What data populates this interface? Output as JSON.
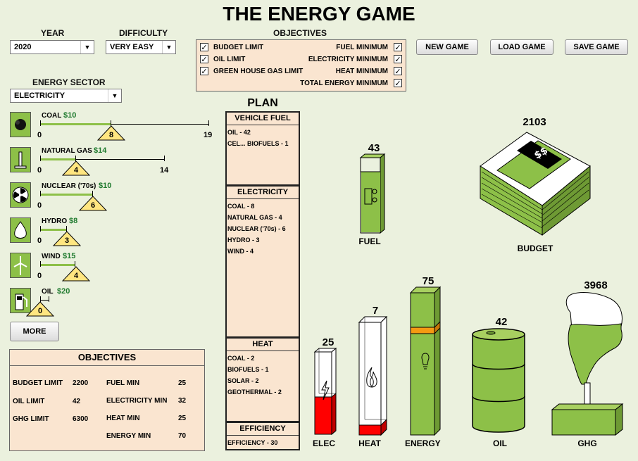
{
  "title": "THE ENERGY GAME",
  "year": {
    "label": "YEAR",
    "value": "2020"
  },
  "difficulty": {
    "label": "DIFFICULTY",
    "value": "VERY EASY"
  },
  "objectives_panel": {
    "title": "OBJECTIVES",
    "items": [
      {
        "label": "BUDGET LIMIT",
        "checked": true
      },
      {
        "label": "OIL LIMIT",
        "checked": true
      },
      {
        "label": "GREEN HOUSE GAS LIMIT",
        "checked": true
      },
      {
        "label": "FUEL MINIMUM",
        "checked": true
      },
      {
        "label": "ELECTRICITY MINIMUM",
        "checked": true
      },
      {
        "label": "HEAT MINIMUM",
        "checked": true
      },
      {
        "label": "TOTAL ENERGY MINIMUM",
        "checked": true
      }
    ],
    "check_glyph": "✓"
  },
  "buttons": {
    "new_game": "NEW GAME",
    "load_game": "LOAD GAME",
    "save_game": "SAVE GAME",
    "more": "MORE"
  },
  "sector": {
    "label": "ENERGY SECTOR",
    "value": "ELECTRICITY"
  },
  "sources": [
    {
      "name": "COAL",
      "price": "$10",
      "min": "0",
      "value": "8",
      "max": "19",
      "icon": "coal-icon"
    },
    {
      "name": "NATURAL GAS",
      "price": "$14",
      "min": "0",
      "value": "4",
      "max": "14",
      "icon": "gas-well-icon"
    },
    {
      "name": "NUCLEAR ('70s)",
      "price": "$10",
      "min": "0",
      "value": "6",
      "max": "",
      "icon": "radiation-icon"
    },
    {
      "name": "HYDRO",
      "price": "$8",
      "min": "0",
      "value": "3",
      "max": "",
      "icon": "water-drop-icon"
    },
    {
      "name": "WIND",
      "price": "$15",
      "min": "0",
      "value": "4",
      "max": "",
      "icon": "wind-turbine-icon"
    },
    {
      "name": "OIL",
      "price": "$20",
      "min": "0",
      "value": "0",
      "max": "",
      "icon": "fuel-pump-icon"
    }
  ],
  "summary": {
    "title": "OBJECTIVES",
    "left": [
      {
        "label": "BUDGET LIMIT",
        "value": "2200"
      },
      {
        "label": "OIL LIMIT",
        "value": "42"
      },
      {
        "label": "GHG LIMIT",
        "value": "6300"
      }
    ],
    "right": [
      {
        "label": "FUEL MIN",
        "value": "25"
      },
      {
        "label": "ELECTRICITY MIN",
        "value": "32"
      },
      {
        "label": "HEAT MIN",
        "value": "25"
      },
      {
        "label": "ENERGY MIN",
        "value": "70"
      }
    ]
  },
  "plan": {
    "title": "PLAN",
    "sections": [
      {
        "header": "VEHICLE FUEL",
        "items": [
          "OIL - 42",
          "CEL... BIOFUELS - 1"
        ]
      },
      {
        "header": "ELECTRICITY",
        "items": [
          "COAL - 8",
          "NATURAL GAS - 4",
          "NUCLEAR ('70s) - 6",
          "HYDRO - 3",
          "WIND - 4"
        ]
      },
      {
        "header": "HEAT",
        "items": [
          "COAL - 2",
          "BIOFUELS - 1",
          "SOLAR - 2",
          "GEOTHERMAL - 2"
        ]
      },
      {
        "header": "EFFICIENCY",
        "items": [
          "EFFICIENCY - 30"
        ]
      }
    ]
  },
  "meters": {
    "fuel": {
      "label": "FUEL",
      "value": "43"
    },
    "elec": {
      "label": "ELEC",
      "value": "25"
    },
    "heat": {
      "label": "HEAT",
      "value": "7"
    },
    "energy": {
      "label": "ENERGY",
      "value": "75"
    },
    "oil": {
      "label": "OIL",
      "value": "42"
    },
    "ghg": {
      "label": "GHG",
      "value": "3968"
    },
    "budget": {
      "label": "BUDGET",
      "value": "2103"
    }
  },
  "colors": {
    "green": "#8dc048",
    "red": "#ff0000",
    "orange": "#f59a12",
    "panel": "#fae5d0",
    "price": "#1f7a2e"
  }
}
